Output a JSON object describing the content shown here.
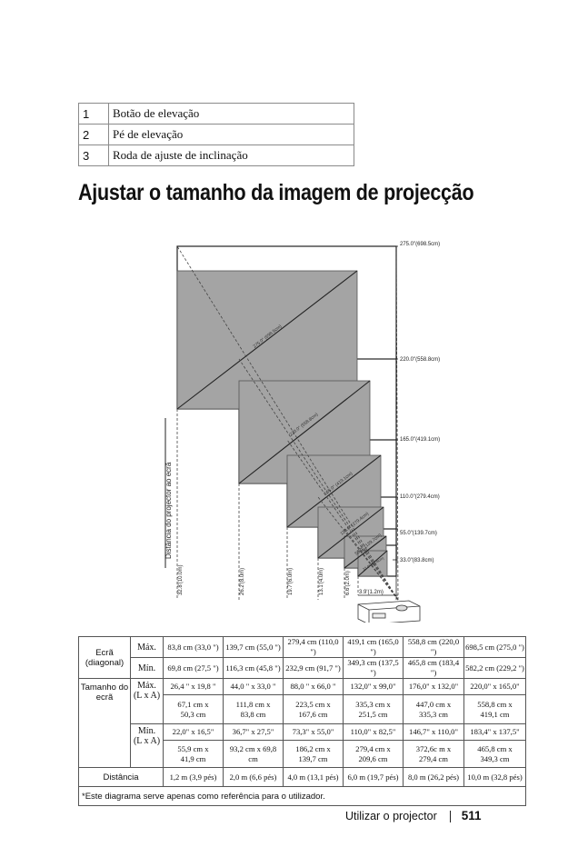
{
  "parts": [
    {
      "num": "1",
      "label": "Botão de elevação"
    },
    {
      "num": "2",
      "label": "Pé de elevação"
    },
    {
      "num": "3",
      "label": "Roda de ajuste de inclinação"
    }
  ],
  "title": "Ajustar o tamanho da imagem de projecção",
  "figure": {
    "axis_label": "Distância do projector ao ecrã",
    "screens": [
      {
        "right_label": "275.0\"(698.5cm)",
        "diag_label": "275.0\" (698.5cm)",
        "dist_label": "32.8'(10.0m)"
      },
      {
        "right_label": "220.0\"(558.8cm)",
        "diag_label": "220.0\" (558.8cm)",
        "dist_label": "26.2'(8.0m)"
      },
      {
        "right_label": "165.0\"(419.1cm)",
        "diag_label": "165.0\" (419.1cm)",
        "dist_label": "19.7'(6.0m)"
      },
      {
        "right_label": "110.0\"(279.4cm)",
        "diag_label": "110.0\" (279.4cm)",
        "dist_label": "13.1'(4.0m)"
      },
      {
        "right_label": "55.0\"(139.7cm)",
        "diag_label": "55.0\" (139.7cm)",
        "dist_label": "6.6'(2.0m)"
      },
      {
        "right_label": "33.0\"(83.8cm)",
        "diag_label": "33.0\" (83.8cm)",
        "dist_label": "3.9'(1.2m)"
      }
    ]
  },
  "table": {
    "ecra_label": "Ecrã (diagonal)",
    "tamanho_label": "Tamanho do ecrã",
    "max_label": "Máx.",
    "min_label": "Mín.",
    "lxa_label": "(L x A)",
    "distancia_label": "Distância",
    "diag_max": [
      "83,8 cm (33,0 \")",
      "139,7 cm (55,0 \")",
      "279,4 cm (110,0 \")",
      "419,1 cm (165,0 \")",
      "558,8 cm (220,0 \")",
      "698,5 cm (275,0 \")"
    ],
    "diag_min": [
      "69,8 cm (27,5 \")",
      "116,3 cm (45,8 \")",
      "232,9 cm (91,7 \")",
      "349,3 cm (137,5 \")",
      "465,8 cm (183,4 \")",
      "582,2 cm (229,2 \")"
    ],
    "max_in": [
      "26,4 \" x 19,8 \"",
      "44,0 \" x 33,0 \"",
      "88,0 \" x 66,0 \"",
      "132,0\" x 99,0\"",
      "176,0\" x 132,0\"",
      "220,0\" x 165,0\""
    ],
    "max_cm": [
      [
        "67,1 cm x",
        "50,3 cm"
      ],
      [
        "111,8 cm x",
        "83,8 cm"
      ],
      [
        "223,5 cm x",
        "167,6 cm"
      ],
      [
        "335,3 cm x",
        "251,5 cm"
      ],
      [
        "447,0 cm x",
        "335,3 cm"
      ],
      [
        "558,8 cm x",
        "419,1 cm"
      ]
    ],
    "min_in": [
      "22,0\" x 16,5\"",
      "36,7\" x 27,5\"",
      "73,3\" x 55,0\"",
      "110,0\" x 82,5\"",
      "146,7\" x 110,0\"",
      "183,4\" x 137,5\""
    ],
    "min_cm": [
      [
        "55,9 cm x",
        "41,9 cm"
      ],
      [
        "93,2 cm x 69,8 cm",
        ""
      ],
      [
        "186,2 cm x",
        "139,7 cm"
      ],
      [
        "279,4 cm x",
        "209,6 cm"
      ],
      [
        "372,6c m x",
        "279,4 cm"
      ],
      [
        "465,8 cm x",
        "349,3 cm"
      ]
    ],
    "distances": [
      "1,2 m (3,9 pés)",
      "2,0 m (6,6 pés)",
      "4,0 m (13,1 pés)",
      "6,0 m (19,7 pés)",
      "8,0 m (26,2 pés)",
      "10,0 m (32,8 pés)"
    ],
    "note": "*Este diagrama serve apenas como referência para o utilizador."
  },
  "footer": {
    "section": "Utilizar o projector",
    "page": "511"
  }
}
